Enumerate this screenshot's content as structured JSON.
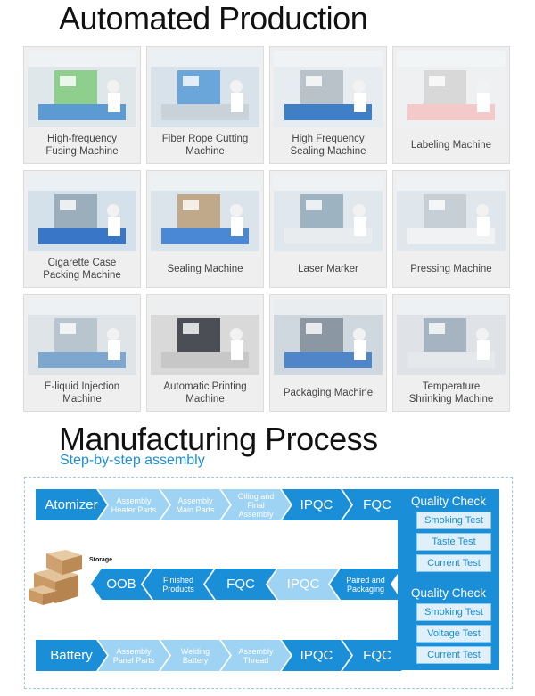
{
  "section_titles": {
    "production": "Automated Production",
    "process": "Manufacturing Process",
    "process_subtitle": "Step-by-step assembly"
  },
  "machines": [
    "High-frequency\nFusing Machine",
    "Fiber Rope Cutting\nMachine",
    "High Frequency\nSealing Machine",
    "Labeling Machine",
    "Cigarette Case\nPacking Machine",
    "Sealing Machine",
    "Laser Marker",
    "Pressing Machine",
    "E-liquid  Injection\nMachine",
    "Automatic Printing\nMachine",
    "Packaging Machine",
    "Temperature\nShrinking Machine"
  ],
  "process": {
    "row1": [
      "Atomizer",
      "Assembly\nHeater Parts",
      "Assembly\nMain Parts",
      "Oiling and\nFinal\nAssembly",
      "IPQC",
      "FQC"
    ],
    "row2": [
      "OOB",
      "Finished\nProducts",
      "FQC",
      "IPQC",
      "Paired and\nPackaging"
    ],
    "row3": [
      "Battery",
      "Assembly\nPanel Parts",
      "Welding\nBattery",
      "Assembly\nThread",
      "IPQC",
      "FQC"
    ],
    "storage_label": "Storage",
    "quality_check_1": {
      "title": "Quality Check",
      "items": [
        "Smoking Test",
        "Taste Test",
        "Current Test"
      ]
    },
    "quality_check_2": {
      "title": "Quality Check",
      "items": [
        "Smoking Test",
        "Voltage Test",
        "Current Test"
      ]
    }
  }
}
